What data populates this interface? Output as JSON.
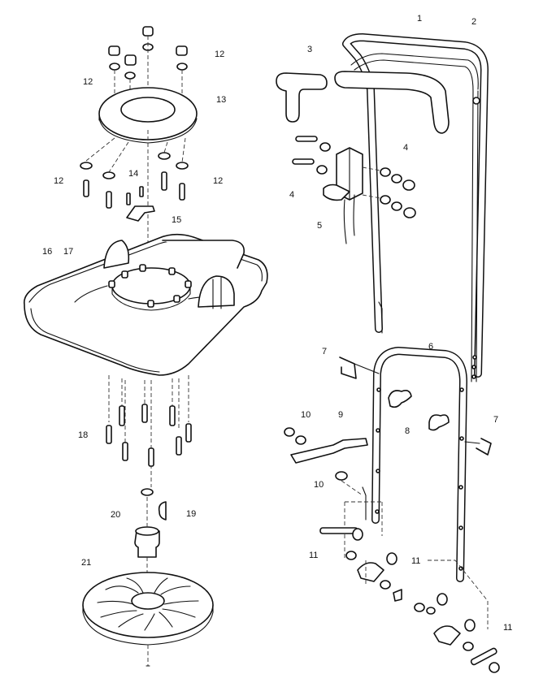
{
  "labels": {
    "l1": "1",
    "l2": "2",
    "l3": "3",
    "l4a": "4",
    "l4b": "4",
    "l5": "5",
    "l6": "6",
    "l7a": "7",
    "l7b": "7",
    "l8": "8",
    "l9": "9",
    "l10a": "10",
    "l10b": "10",
    "l11a": "11",
    "l11b": "11",
    "l11c": "11",
    "l12a": "12",
    "l12b": "12",
    "l12c": "12",
    "l12d": "12",
    "l13": "13",
    "l14": "14",
    "l15": "15",
    "l16": "16",
    "l17": "17",
    "l18": "18",
    "l19": "19",
    "l20": "20",
    "l21": "21"
  }
}
